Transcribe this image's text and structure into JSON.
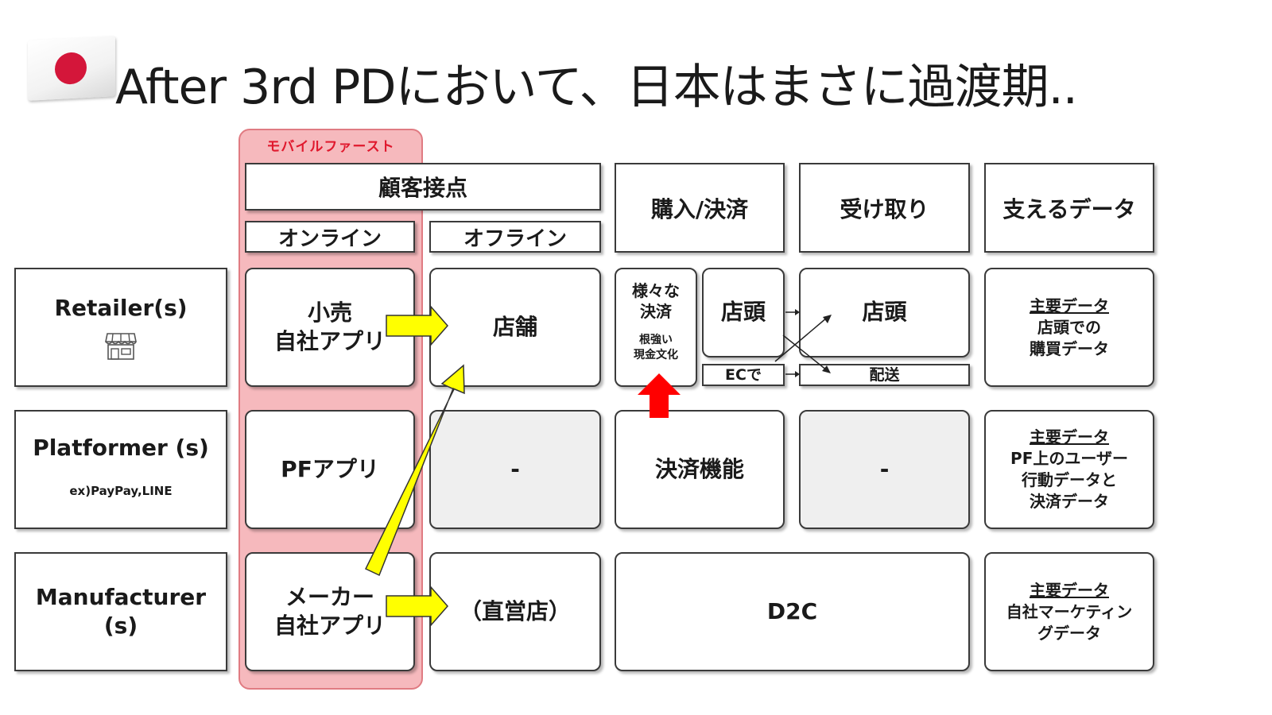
{
  "title": "After 3rd PDにおいて、日本はまさに過渡期..",
  "mobile_first_label": "モバイルファースト",
  "headers": {
    "customer_touchpoint": "顧客接点",
    "online": "オンライン",
    "offline": "オフライン",
    "purchase_payment": "購入/決済",
    "receive": "受け取り",
    "supporting_data": "支えるデータ"
  },
  "rows": {
    "retailer": {
      "label": "Retailer(s)",
      "online": [
        "小売",
        "自社アプリ"
      ],
      "offline": "店舗",
      "payment_various": [
        "様々な",
        "決済"
      ],
      "payment_note": [
        "根強い",
        "現金文化"
      ],
      "payment_store": "店頭",
      "payment_ec": "ECで",
      "receive_store": "店頭",
      "receive_delivery": "配送",
      "data_title": "主要データ",
      "data_lines": [
        "店頭での",
        "購買データ"
      ]
    },
    "platformer": {
      "label": "Platformer (s)",
      "sublabel": "ex)PayPay,LINE",
      "online": "PFアプリ",
      "offline": "-",
      "payment": "決済機能",
      "receive": "-",
      "data_title": "主要データ",
      "data_lines": [
        "PF上のユーザー",
        "行動データと",
        "決済データ"
      ]
    },
    "manufacturer": {
      "label_lines": [
        "Manufacturer",
        "(s)"
      ],
      "online": [
        "メーカー",
        "自社アプリ"
      ],
      "offline": "（直営店）",
      "d2c": "D2C",
      "data_title": "主要データ",
      "data_lines": [
        "自社マーケティン",
        "グデータ"
      ]
    }
  },
  "colors": {
    "yellow_arrow": "#ffff00",
    "red_arrow": "#ff0000",
    "mobile_band": "#f6b9bd",
    "mobile_label": "#e0182d",
    "flag_red": "#d4163a"
  },
  "icons": [
    "japan-flag-icon",
    "store-icon"
  ]
}
